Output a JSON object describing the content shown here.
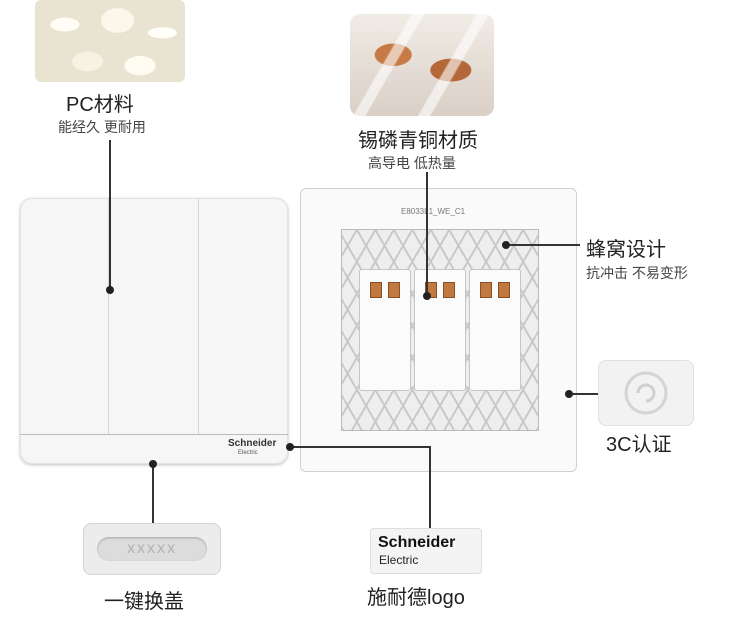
{
  "features": {
    "pc": {
      "title": "PC材料",
      "subtitle": "能经久 更耐用"
    },
    "bronze": {
      "title": "锡磷青铜材质",
      "subtitle": "高导电 低热量"
    },
    "honeycomb": {
      "title": "蜂窝设计",
      "subtitle": "抗冲击 不易变形"
    },
    "cert": {
      "title": "3C认证"
    },
    "keycover": {
      "title": "一键换盖"
    },
    "logo": {
      "title": "施耐德logo"
    }
  },
  "brand": {
    "name": "Schneider",
    "sub": "Electric",
    "plate_name": "Schneider",
    "plate_sub": "Electric"
  },
  "back_code": "E8033L1_WE_C1",
  "keyslot_pattern": "XXXXX"
}
